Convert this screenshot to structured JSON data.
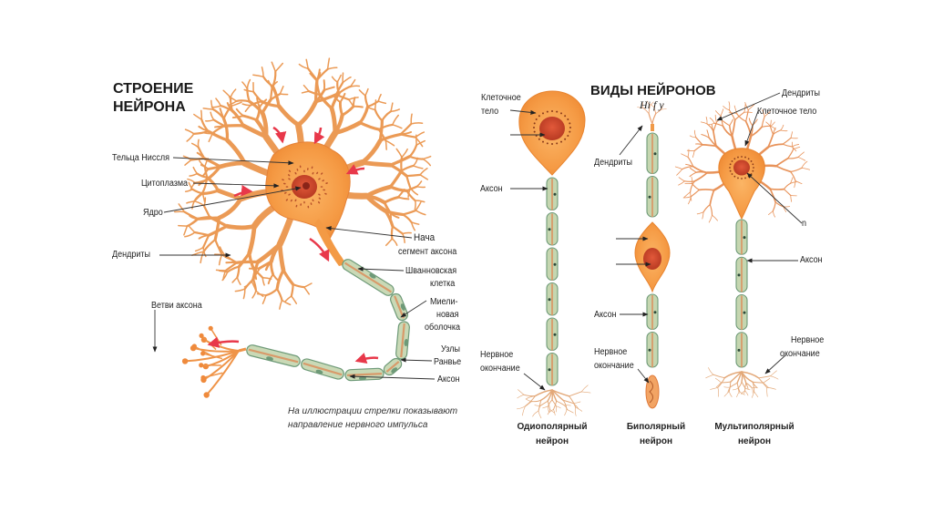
{
  "left_panel": {
    "title_line1": "СТРОЕНИЕ",
    "title_line2": "НЕЙРОНА",
    "labels": {
      "nissl_bodies": "Тельца Ниссля",
      "cytoplasm": "Цитоплазма",
      "nucleus": "Ядро",
      "dendrites": "Дендриты",
      "initial_segment_1": "Нача",
      "initial_segment_2": "сегмент аксона",
      "schwann_1": "Шванновская",
      "schwann_2": "клетка",
      "myelin_1": "Миели-",
      "myelin_2": "новая",
      "myelin_3": "оболочка",
      "ranvier_1": "Узлы",
      "ranvier_2": "Ранвье",
      "axon": "Аксон",
      "axon_branches": "Ветви аксона"
    },
    "note_line1": "На иллюстрации стрелки показывают",
    "note_line2": "направление нервного импульса"
  },
  "right_panel": {
    "title": "ВИДЫ НЕЙРОНОВ",
    "stray_text": "Hi f y",
    "unipolar": {
      "cell_body_1": "Клеточное",
      "cell_body_2": "тело",
      "axon": "Аксон",
      "ending_1": "Нервное",
      "ending_2": "окончание",
      "caption_1": "Одиополярный",
      "caption_2": "нейрон"
    },
    "bipolar": {
      "dendrites": "Дендриты",
      "axon": "Аксон",
      "ending_1": "Нервное",
      "ending_2": "окончание",
      "caption_1": "Биполярный",
      "caption_2": "нейрон"
    },
    "multipolar": {
      "dendrites": "Дендриты",
      "cell_body": "Клеточное тело",
      "stray": "n",
      "axon": "Аксон",
      "ending_1": "Нервное",
      "ending_2": "окончание",
      "caption_1": "Мультиполярный",
      "caption_2": "нейрон"
    }
  },
  "colors": {
    "soma": "#f7a24a",
    "soma_dark": "#e8762a",
    "nucleus": "#c8452a",
    "dendrite": "#e8904a",
    "myelin": "#b9cfa8",
    "myelin_edge": "#6e9a78",
    "axon_core": "#d89a6a",
    "impulse_arrow": "#e8384a",
    "leader": "#333333"
  }
}
